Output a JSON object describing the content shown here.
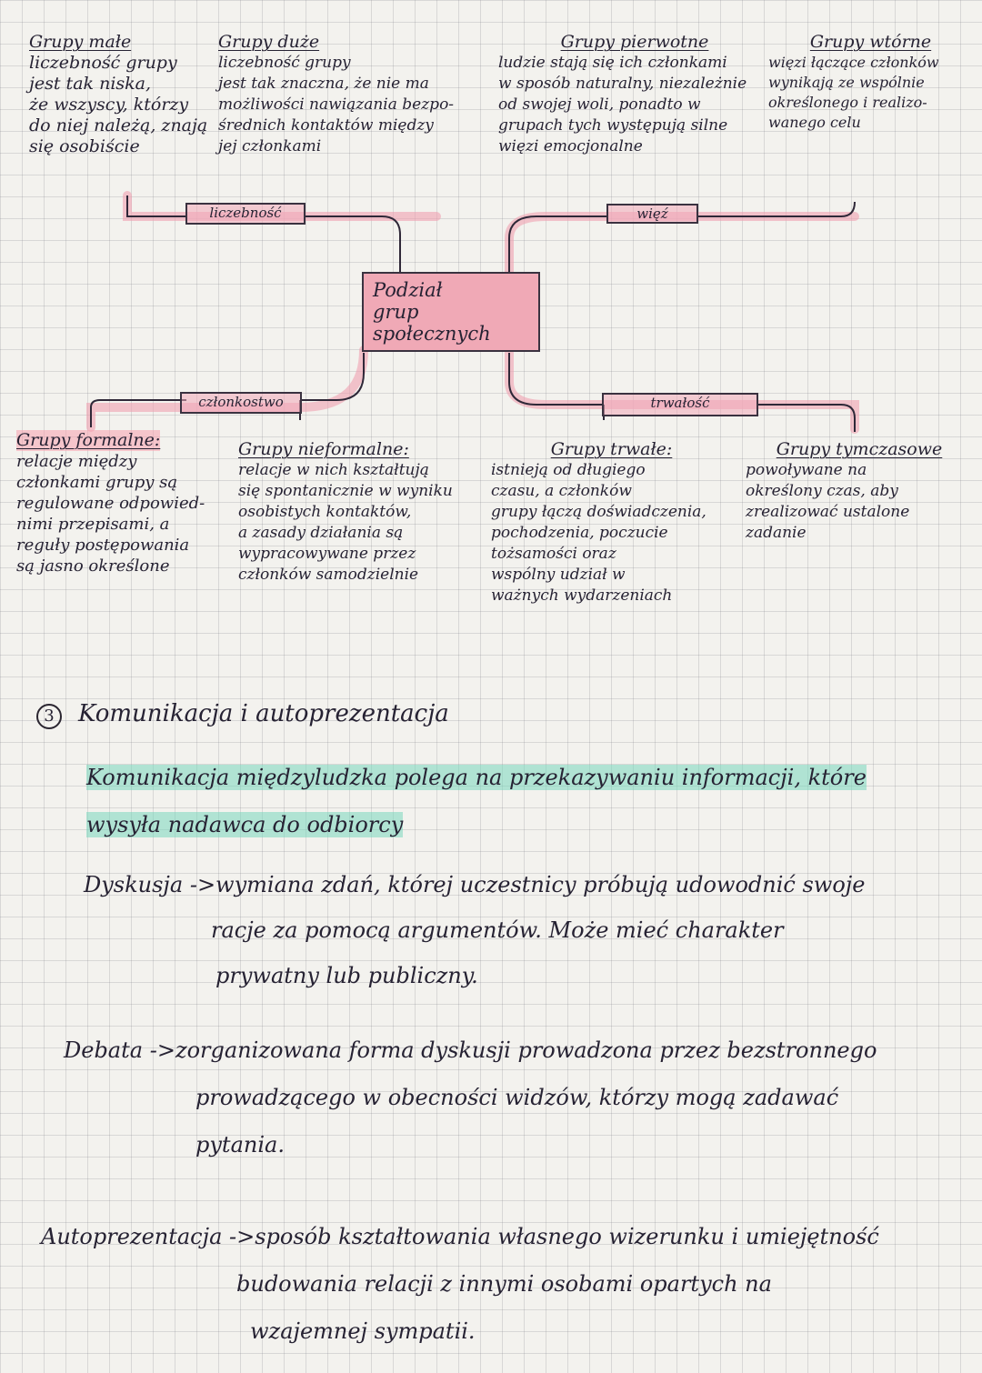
{
  "mindmap": {
    "center": "Podział\ngrup\nspołecznych",
    "labels": {
      "size": "liczebność",
      "bond": "więź",
      "membership": "członkostwo",
      "duration": "trwałość"
    },
    "top": [
      {
        "heading": "Grupy małe",
        "text": "liczebność grupy\njest tak niska,\nże wszyscy, którzy\ndo niej należą, znają\nsię osobiście"
      },
      {
        "heading": "Grupy duże",
        "text": "liczebność grupy\njest tak znaczna, że nie ma\nmożliwości nawiązania bezpo-\nśrednich kontaktów między\njej członkami"
      },
      {
        "heading": "Grupy pierwotne",
        "text": "ludzie stają się ich członkami\nw sposób naturalny, niezależnie\nod swojej woli, ponadto w\ngrupach tych występują silne\nwięzi emocjonalne"
      },
      {
        "heading": "Grupy wtórne",
        "text": "więzi łączące członków\nwynikają ze wspólnie\nokreślonego i realizo-\nwanego celu"
      }
    ],
    "bottom": [
      {
        "heading": "Grupy formalne:",
        "text": "relacje między\nczłonkami grupy są\nregulowane odpowied-\nnimi przepisami, a\nreguły postępowania\nsą jasno określone"
      },
      {
        "heading": "Grupy nieformalne:",
        "text": "relacje w nich kształtują\nsię spontanicznie w wyniku\nosobistych kontaktów,\na zasady działania są\nwypracowywane przez\nczłonków samodzielnie"
      },
      {
        "heading": "Grupy trwałe:",
        "text": "istnieją od długiego\nczasu, a członków\ngrupy łączą doświadczenia,\npochodzenia, poczucie\ntożsamości oraz\nwspólny udział w\nważnych wydarzeniach"
      },
      {
        "heading": "Grupy tymczasowe",
        "text": "powoływane na\nokreślony czas, aby\nzrealizować ustalone\nzadanie"
      }
    ]
  },
  "section": {
    "number": "3",
    "title": "Komunikacja i autoprezentacja",
    "definition_line1": "Komunikacja międzyludzka polega na przekazywaniu informacji, które",
    "definition_line2": "wysyła nadawca do odbiorcy",
    "entries": [
      {
        "term": "Dyskusja",
        "arrow": "->",
        "lines": [
          "wymiana zdań, której uczestnicy próbują udowodnić swoje",
          "racje za pomocą argumentów. Może mieć charakter",
          "prywatny lub publiczny."
        ]
      },
      {
        "term": "Debata",
        "arrow": "->",
        "lines": [
          "zorganizowana forma dyskusji prowadzona przez bezstronnego",
          "prowadzącego w obecności widzów, którzy mogą zadawać",
          "pytania."
        ]
      },
      {
        "term": "Autoprezentacja",
        "arrow": "->",
        "lines": [
          "sposób kształtowania własnego wizerunku i umiejętność",
          "budowania relacji z innymi osobami opartych na",
          "wzajemnej sympatii."
        ]
      }
    ]
  }
}
